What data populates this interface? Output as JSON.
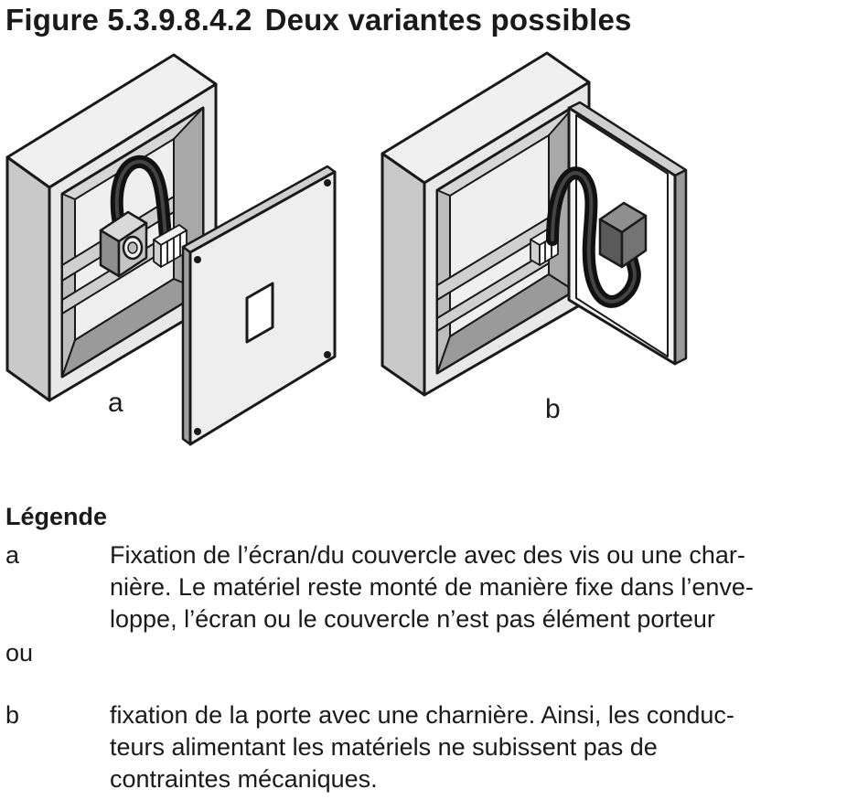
{
  "figure": {
    "number": "Figure 5.3.9.8.4.2",
    "title": "Deux variantes possibles",
    "labels": {
      "a": "a",
      "b": "b"
    }
  },
  "legend": {
    "heading": "Légende",
    "entries": [
      {
        "key": "a",
        "lines": [
          "Fixation de l’écran/du couvercle avec des vis ou une char-",
          "nière. Le matériel reste monté de manière fixe dans l’enve-",
          "loppe, l’écran ou le couvercle n’est pas élément porteur"
        ]
      },
      {
        "key": "b",
        "lines": [
          "fixation de la porte avec une charnière. Ainsi, les conduc-",
          "teurs alimentant les matériels ne subissent pas de",
          "contraintes mécaniques."
        ]
      }
    ],
    "separator": "ou"
  },
  "colors": {
    "enclosure_light": "#e6e6e6",
    "enclosure_mid": "#c9c9c9",
    "enclosure_dark": "#9a9a9a",
    "outline": "#1a1a1a",
    "cable": "#111111"
  }
}
